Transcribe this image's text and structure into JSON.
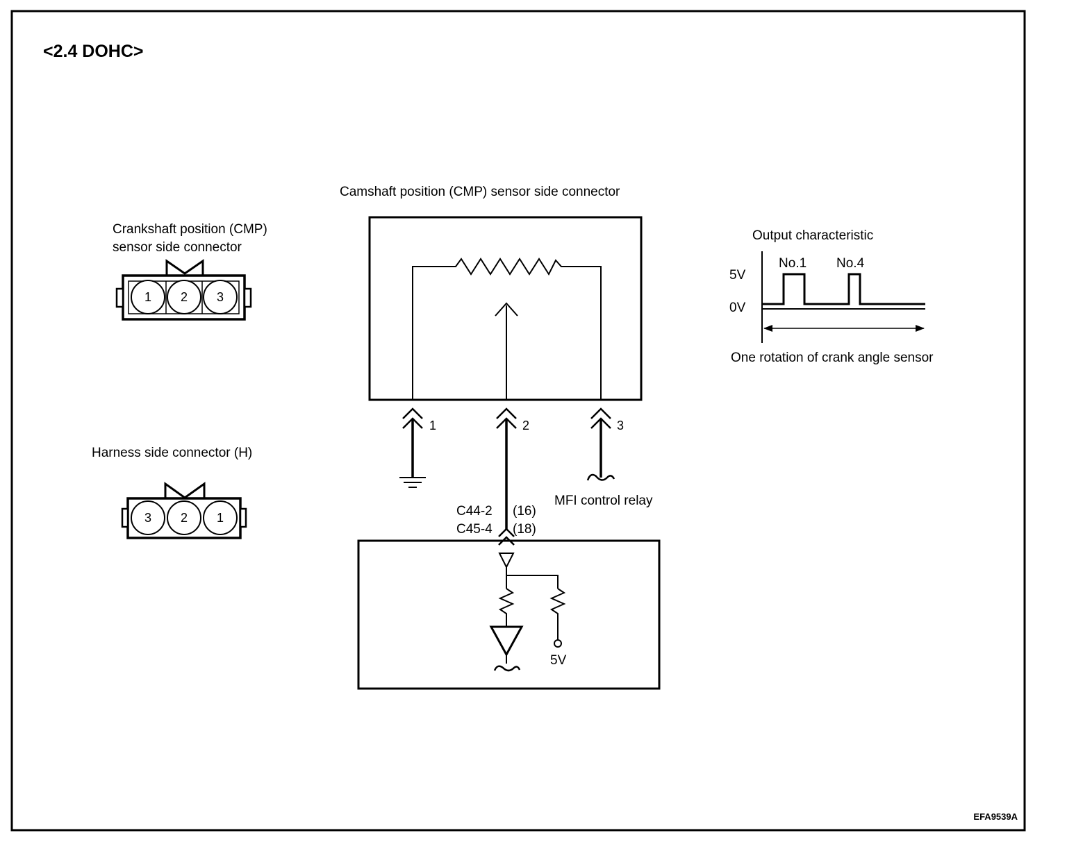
{
  "title": "<2.4 DOHC>",
  "figure_code": "EFA9539A",
  "crankshaft_connector": {
    "label_line1": "Crankshaft position (CMP)",
    "label_line2": "sensor side connector",
    "pins": [
      "1",
      "2",
      "3"
    ]
  },
  "harness_connector": {
    "label": "Harness side connector (H)",
    "pins": [
      "3",
      "2",
      "1"
    ]
  },
  "camshaft_sensor": {
    "label": "Camshaft position (CMP) sensor side connector",
    "terminals": [
      "1",
      "2",
      "3"
    ],
    "relay_label": "MFI control relay"
  },
  "ecm": {
    "connector_line1": "C44-2",
    "pin_line1": "(16)",
    "connector_line2": "C45-4",
    "pin_line2": "(18)",
    "supply_label": "5V"
  },
  "output": {
    "title": "Output characteristic",
    "high_label": "5V",
    "low_label": "0V",
    "pulse1": "No.1",
    "pulse2": "No.4",
    "caption": "One rotation of crank angle sensor"
  }
}
